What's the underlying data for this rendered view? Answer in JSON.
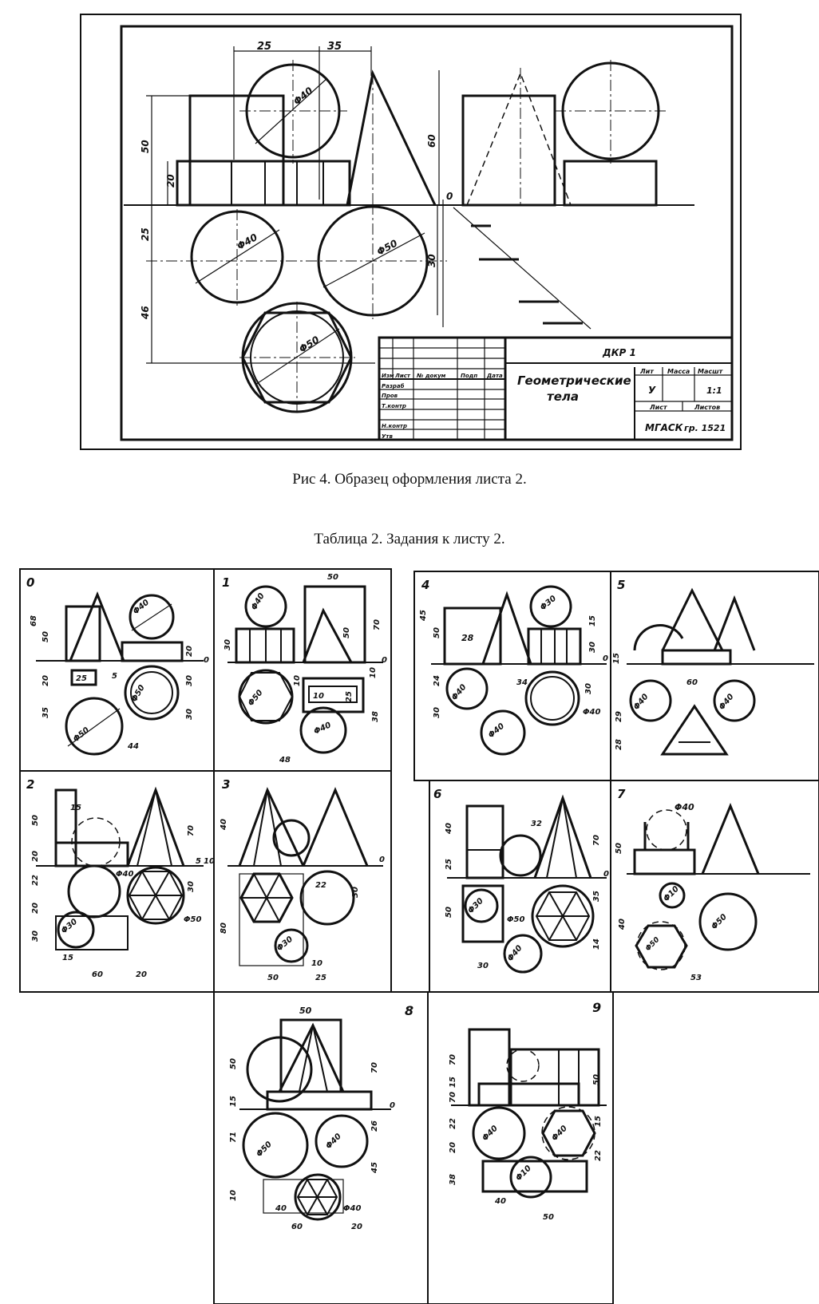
{
  "figure4": {
    "caption": "Рис 4. Образец оформления листа 2.",
    "dimensions": [
      "25",
      "35",
      "50",
      "20",
      "60",
      "0",
      "25",
      "30",
      "46"
    ],
    "diameters": [
      "Φ40",
      "Φ40",
      "Φ50",
      "Φ50"
    ],
    "title_block": {
      "code": "ДКР 1",
      "title_line1": "Геометрические",
      "title_line2": "тела",
      "lit_header": "Лит",
      "mass_header": "Масса",
      "scale_header": "Масшт",
      "lit_value": "У",
      "scale_value": "1:1",
      "sheet_label": "Лист",
      "sheets_label": "Листов",
      "org": "МГАСК",
      "group": "гр. 1521",
      "rows": [
        "Изм",
        "Лист",
        "№ докум",
        "Подп",
        "Дата",
        "Разраб",
        "Пров",
        "Т.контр",
        "Н.контр",
        "Утв"
      ]
    }
  },
  "table2": {
    "caption": "Таблица 2. Задания к листу 2.",
    "tasks": [
      {
        "number": "0",
        "labels": [
          "68",
          "50",
          "Φ40",
          "20",
          "0",
          "20",
          "25",
          "5",
          "Φ50",
          "30",
          "35",
          "30",
          "Φ50",
          "44"
        ]
      },
      {
        "number": "1",
        "labels": [
          "50",
          "Φ40",
          "70",
          "50",
          "30",
          "0",
          "10",
          "10",
          "25",
          "10",
          "Φ50",
          "38",
          "Φ40",
          "48"
        ]
      },
      {
        "number": "2",
        "labels": [
          "15",
          "50",
          "70",
          "20",
          "5",
          "10",
          "Φ40",
          "22",
          "30",
          "20",
          "Φ50",
          "30",
          "Φ30",
          "15",
          "60",
          "20"
        ]
      },
      {
        "number": "3",
        "labels": [
          "40",
          "0",
          "22",
          "30",
          "80",
          "Φ30",
          "10",
          "50",
          "25"
        ]
      },
      {
        "number": "4",
        "labels": [
          "Φ30",
          "45",
          "50",
          "28",
          "15",
          "30",
          "0",
          "24",
          "34",
          "30",
          "Φ40",
          "30",
          "Φ40",
          "Φ40"
        ]
      },
      {
        "number": "5",
        "labels": [
          "15",
          "60",
          "Φ40",
          "Φ40",
          "29",
          "28"
        ]
      },
      {
        "number": "6",
        "labels": [
          "40",
          "32",
          "70",
          "25",
          "0",
          "50",
          "Φ30",
          "35",
          "Φ50",
          "Φ40",
          "30",
          "14"
        ]
      },
      {
        "number": "7",
        "labels": [
          "Φ40",
          "50",
          "Φ10",
          "Φ50",
          "Φ50",
          "40",
          "53"
        ]
      },
      {
        "number": "8",
        "labels": [
          "50",
          "50",
          "70",
          "15",
          "0",
          "71",
          "26",
          "Φ50",
          "Φ40",
          "45",
          "10",
          "40",
          "Φ40",
          "60",
          "20"
        ]
      },
      {
        "number": "9",
        "labels": [
          "70",
          "15",
          "70",
          "50",
          "22",
          "Φ40",
          "Φ40",
          "15",
          "20",
          "Φ10",
          "22",
          "38",
          "40",
          "50"
        ]
      }
    ]
  }
}
